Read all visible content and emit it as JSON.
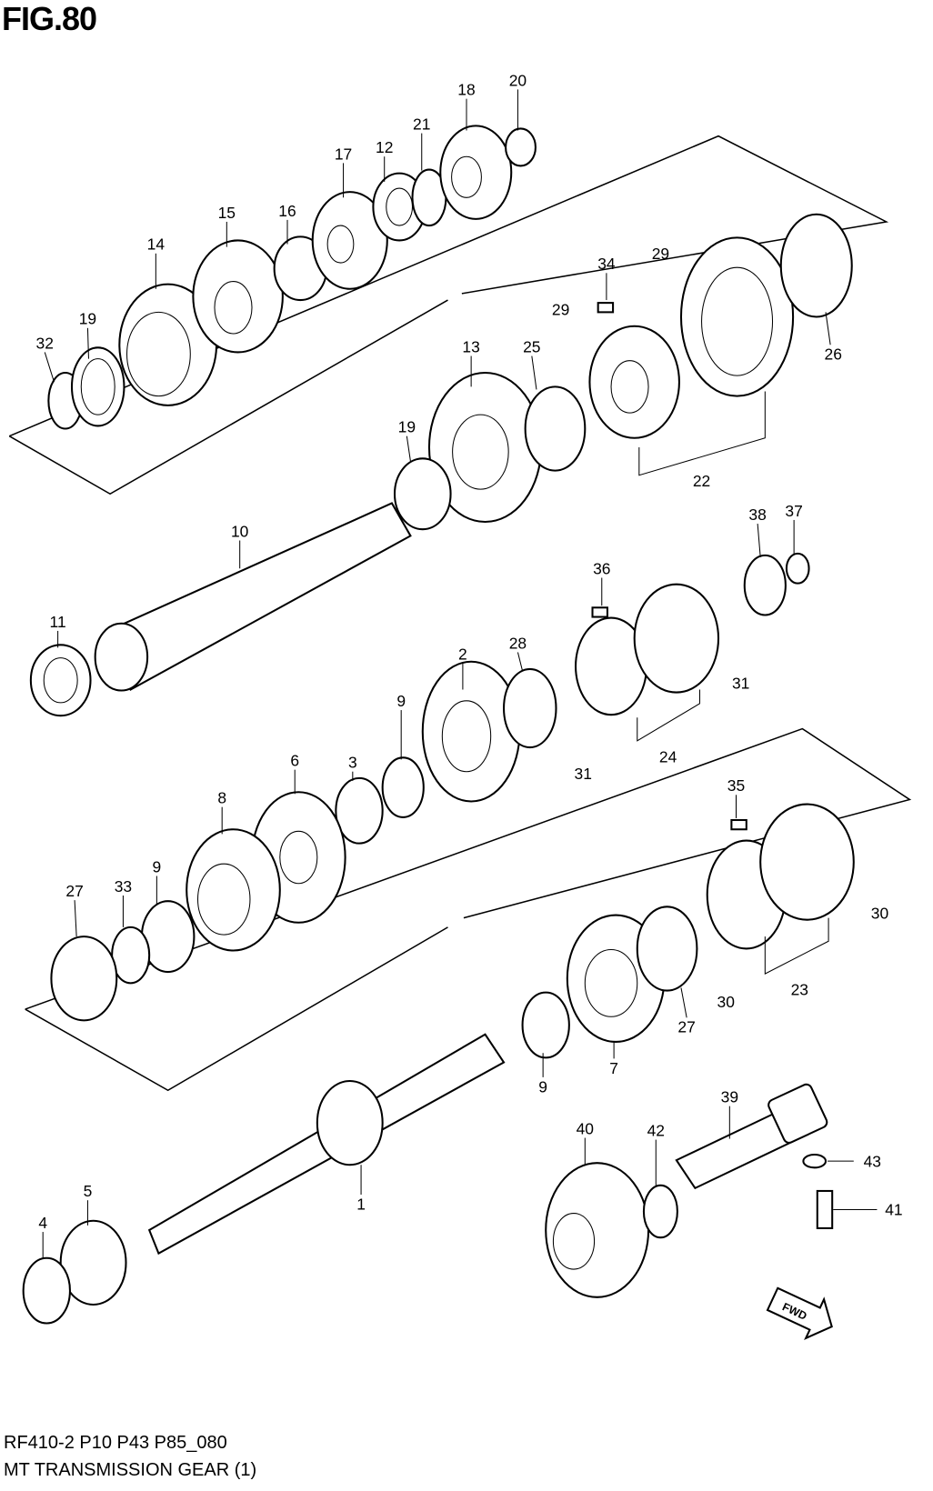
{
  "figure": {
    "title": "FIG.80"
  },
  "footer": {
    "code": "RF410-2 P10 P43 P85_080",
    "name": "MT TRANSMISSION GEAR (1)"
  },
  "fwd_badge": "FWD",
  "parts": [
    "32",
    "19",
    "14",
    "15",
    "16",
    "17",
    "12",
    "21",
    "18",
    "20",
    "34",
    "29",
    "29",
    "25",
    "13",
    "19",
    "22",
    "26",
    "10",
    "11",
    "36",
    "38",
    "37",
    "2",
    "28",
    "31",
    "31",
    "24",
    "9",
    "6",
    "3",
    "8",
    "27",
    "33",
    "9",
    "35",
    "30",
    "30",
    "23",
    "27",
    "7",
    "9",
    "39",
    "40",
    "42",
    "43",
    "41",
    "1",
    "5",
    "4"
  ]
}
